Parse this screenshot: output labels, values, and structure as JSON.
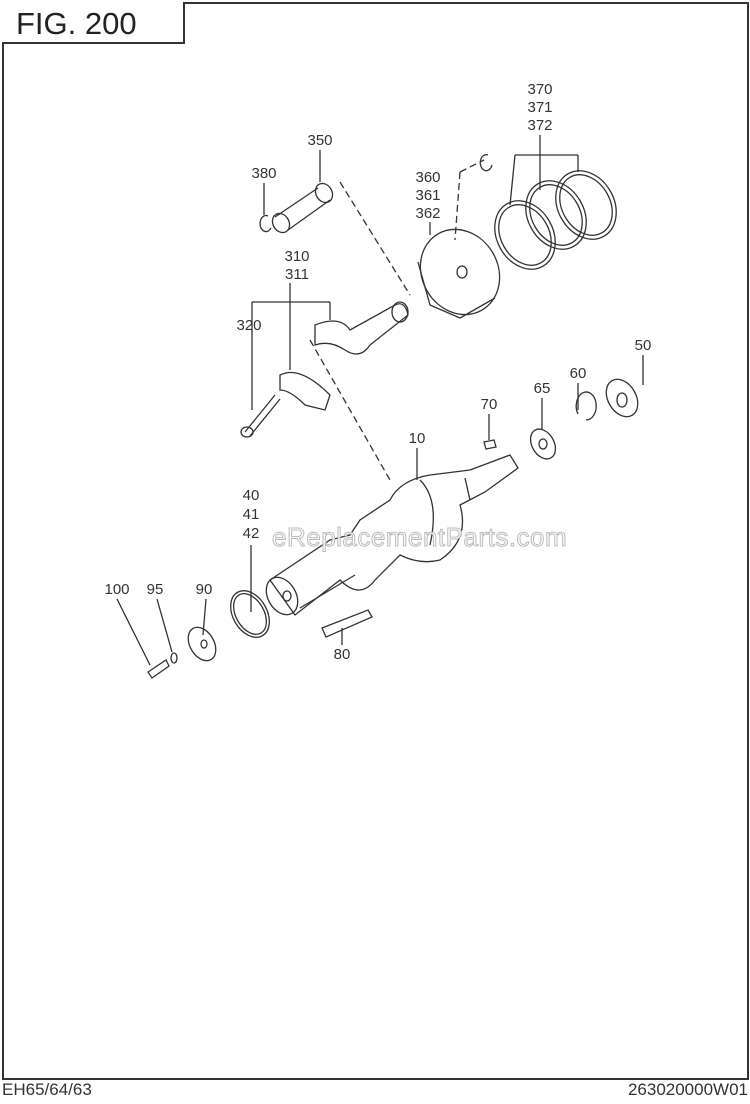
{
  "figure_title": "FIG. 200",
  "model": "EH65/64/63",
  "drawing_code": "263020000W01",
  "watermark": "eReplacementParts.com",
  "callouts": {
    "piston_rings": [
      "370",
      "371",
      "372"
    ],
    "piston_pin": "350",
    "clip": "380",
    "piston": [
      "360",
      "361",
      "362"
    ],
    "con_rod": [
      "310",
      "311"
    ],
    "bolt": "320",
    "nut": "50",
    "snap_ring": "60",
    "washer": "65",
    "key_small": "70",
    "crankshaft": "10",
    "o_ring": [
      "40",
      "41",
      "42"
    ],
    "bolt_small": "100",
    "lock_washer": "95",
    "plate": "90",
    "key": "80"
  }
}
